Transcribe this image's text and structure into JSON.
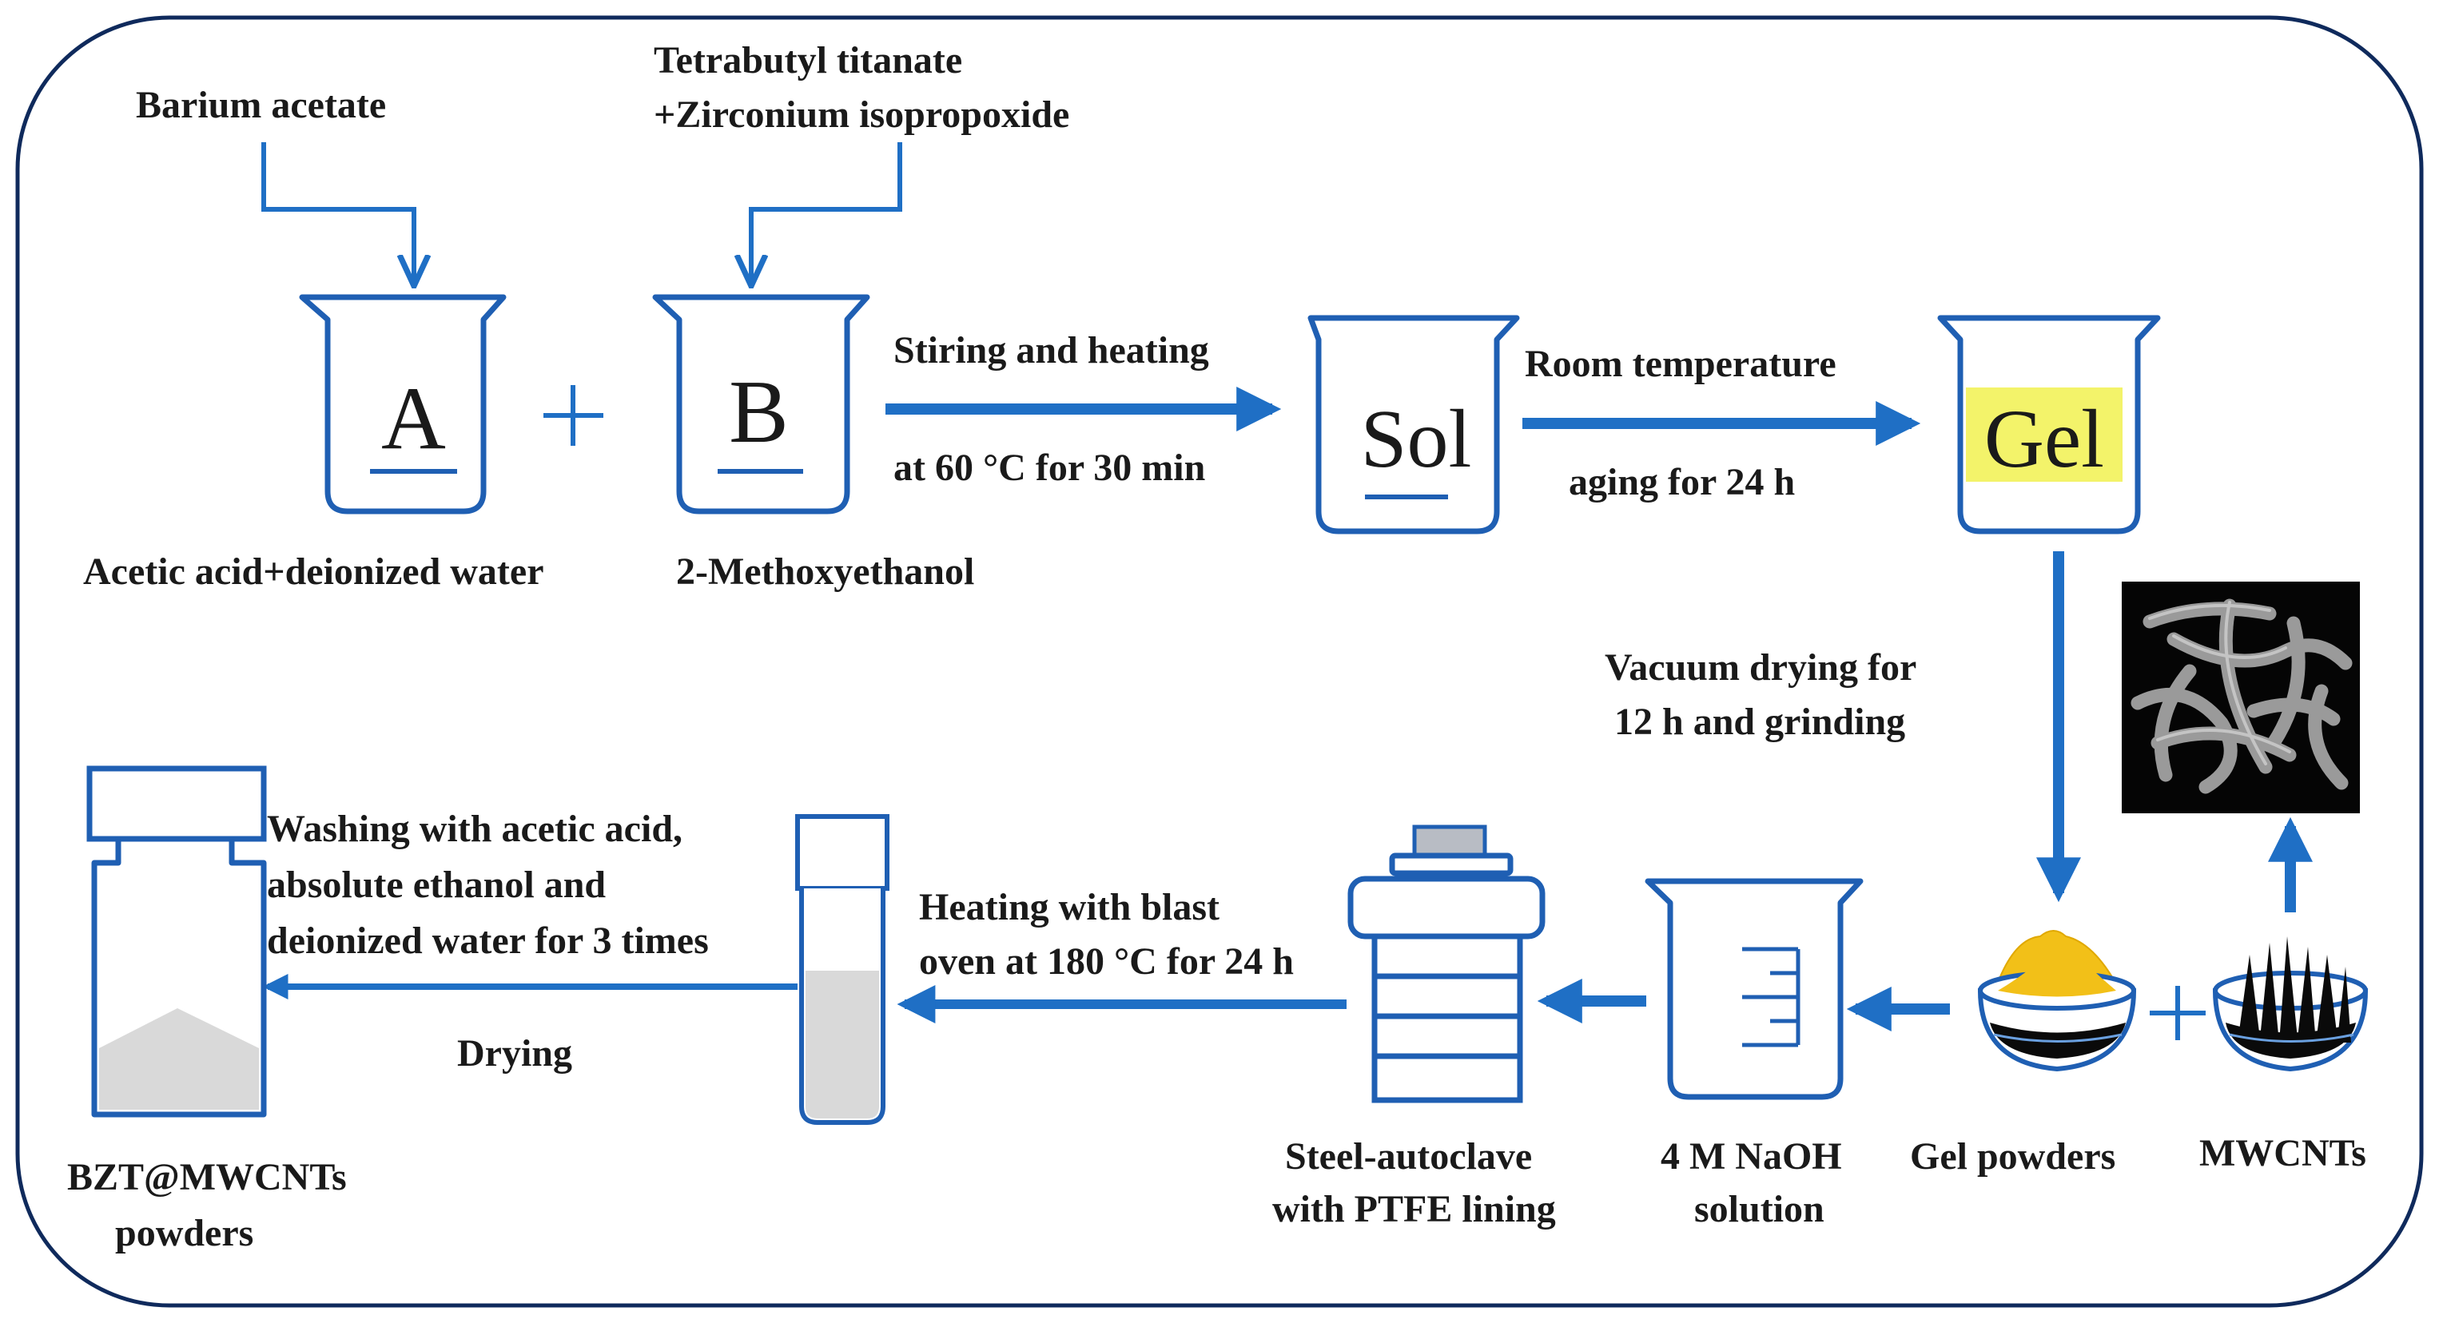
{
  "steps": {
    "barium_acetate": "Barium acetate",
    "titanate_line1": "Tetrabutyl titanate",
    "titanate_line2": "+Zirconium isopropoxide",
    "beaker_a_letter": "A",
    "beaker_b_letter": "B",
    "plus_sign": "+",
    "solvent_a": "Acetic acid+deionized water",
    "solvent_b": "2-Methoxyethanol",
    "stirring_line1": "Stiring  and heating",
    "stirring_line2": "at 60 °C for 30 min",
    "sol": "Sol",
    "aging_line1": "Room temperature",
    "aging_line2": "aging  for 24 h",
    "gel": "Gel",
    "vacuum_line1": "Vacuum drying for",
    "vacuum_line2": "12 h and grinding",
    "gel_powders": "Gel powders",
    "mwcnts": "MWCNTs",
    "naoh_line1": "4 M NaOH",
    "naoh_line2": "solution",
    "autoclave_line1": "Steel-autoclave",
    "autoclave_line2": "with PTFE lining",
    "heating_line1": "Heating with blast",
    "heating_line2": "oven at 180 °C for 24 h",
    "washing_line1": "Washing with acetic acid,",
    "washing_line2": "absolute ethanol and",
    "washing_line3": "deionized water for 3 times",
    "drying": "Drying",
    "product_line1": "BZT@MWCNTs",
    "product_line2": "powders"
  },
  "colors": {
    "arrow": "#1f6fc5",
    "outline": "#1f5fb3",
    "frame": "#0f2a5c",
    "gel_highlight": "#f3f36a",
    "powder": "#f2c018",
    "liquid": "#d9d9d9"
  }
}
